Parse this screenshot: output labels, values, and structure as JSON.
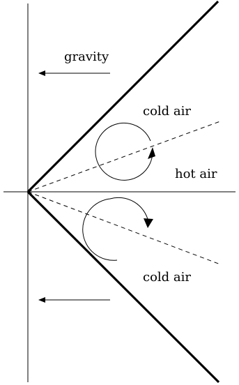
{
  "labels": {
    "gravity": "gravity",
    "cold_air_upper": "cold air",
    "hot_air": "hot air",
    "cold_air_lower": "cold air"
  },
  "colors": {
    "ink": "#000000",
    "background": "#ffffff"
  }
}
